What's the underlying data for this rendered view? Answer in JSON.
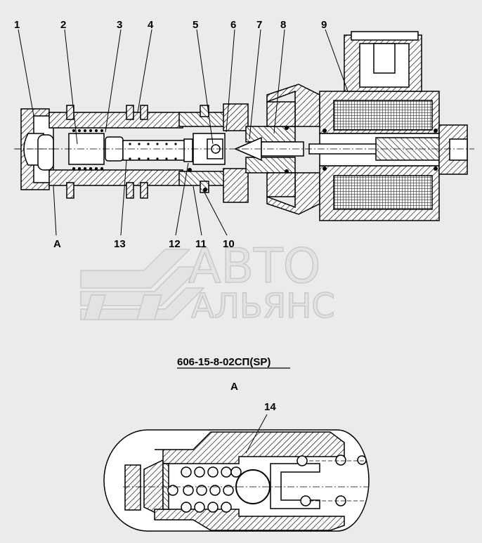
{
  "callouts": {
    "n1": "1",
    "n2": "2",
    "n3": "3",
    "n4": "4",
    "n5": "5",
    "n6": "6",
    "n7": "7",
    "n8": "8",
    "n9": "9",
    "n10": "10",
    "n11": "11",
    "n12": "12",
    "n13": "13",
    "a_top": "A",
    "n14": "14"
  },
  "watermark": {
    "line1": "АВТО",
    "line2": "АЛЬЯНС"
  },
  "part_number": "606-15-8-02СП(SP)",
  "detail_label": "A",
  "colors": {
    "background": "#ebebeb",
    "line": "#000000",
    "fill": "#ffffff",
    "watermark": "#c9c9c9"
  }
}
